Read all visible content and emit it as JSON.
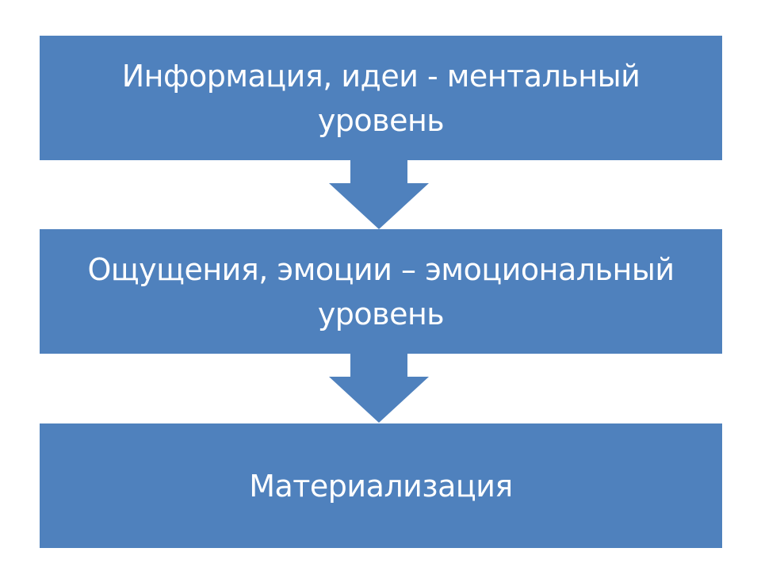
{
  "diagram": {
    "fill_color": "#4f81bd",
    "text_color": "#ffffff",
    "steps": [
      {
        "label": "Информация, идеи - ментальный уровень"
      },
      {
        "label": "Ощущения, эмоции – эмоциональный уровень"
      },
      {
        "label": "Материализация"
      }
    ]
  }
}
